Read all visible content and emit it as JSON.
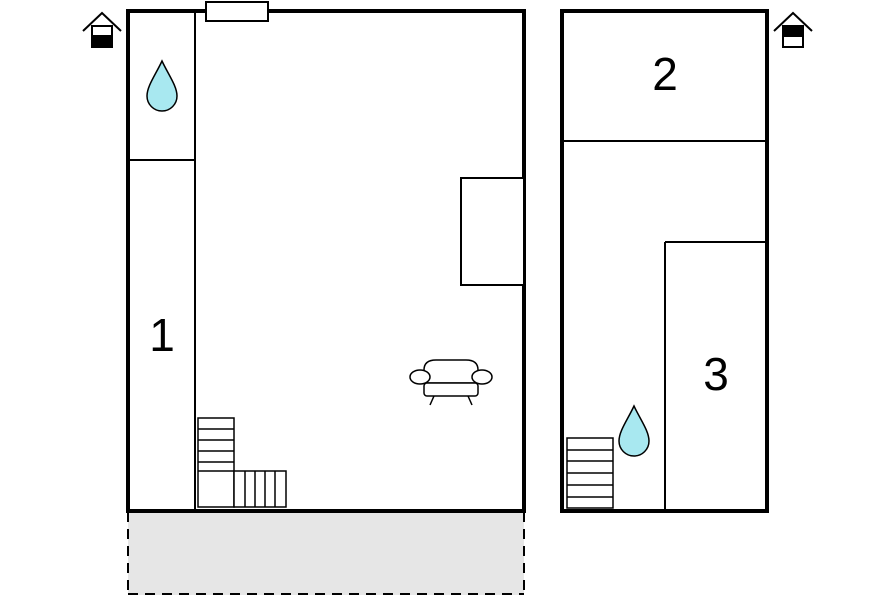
{
  "plan": {
    "rooms": [
      {
        "id": "1",
        "label": "1"
      },
      {
        "id": "2",
        "label": "2"
      },
      {
        "id": "3",
        "label": "3"
      }
    ],
    "icons": {
      "floor_indicator_left": "house-ground-floor-icon",
      "floor_indicator_right": "house-upper-floor-icon",
      "water": "water-drop-icon",
      "sofa": "armchair-icon",
      "stairs": "stairs-icon"
    },
    "colors": {
      "wall": "#000000",
      "water": "#a8e8f0",
      "terrace": "#e6e6e6",
      "background": "#ffffff"
    }
  }
}
